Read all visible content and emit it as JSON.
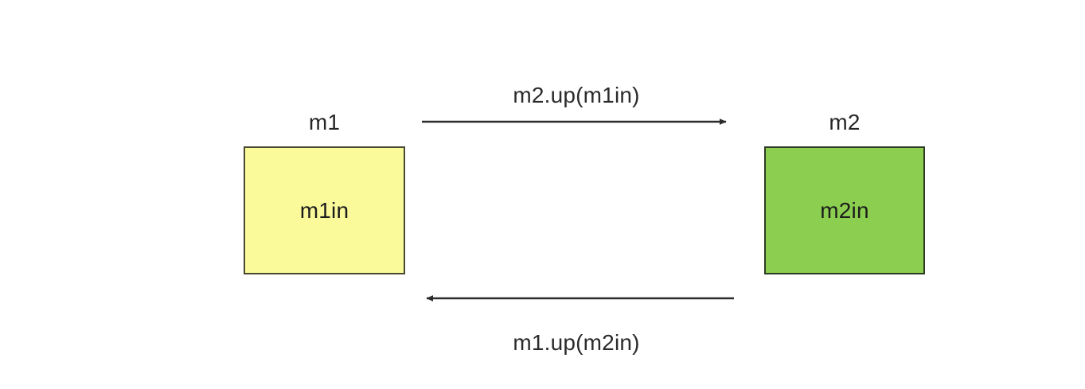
{
  "diagram": {
    "title": "",
    "background_color": "#ffffff",
    "nodes": [
      {
        "id": "m1",
        "label": "m1",
        "inner_text": "m1in",
        "fill_color": "#FAFA9B",
        "border_color": "#494933"
      },
      {
        "id": "m2",
        "label": "m2",
        "inner_text": "m2in",
        "fill_color": "#8CCF50",
        "border_color": "#2E3A25"
      }
    ],
    "edges": [
      {
        "id": "m1-to-m2",
        "label": "m2.up(m1in)",
        "direction": "right",
        "from": "m1",
        "to": "m2",
        "color": "#2b2b2b"
      },
      {
        "id": "m2-to-m1",
        "label": "m1.up(m2in)",
        "direction": "left",
        "from": "m2",
        "to": "m1",
        "color": "#2b2b2b"
      }
    ]
  }
}
